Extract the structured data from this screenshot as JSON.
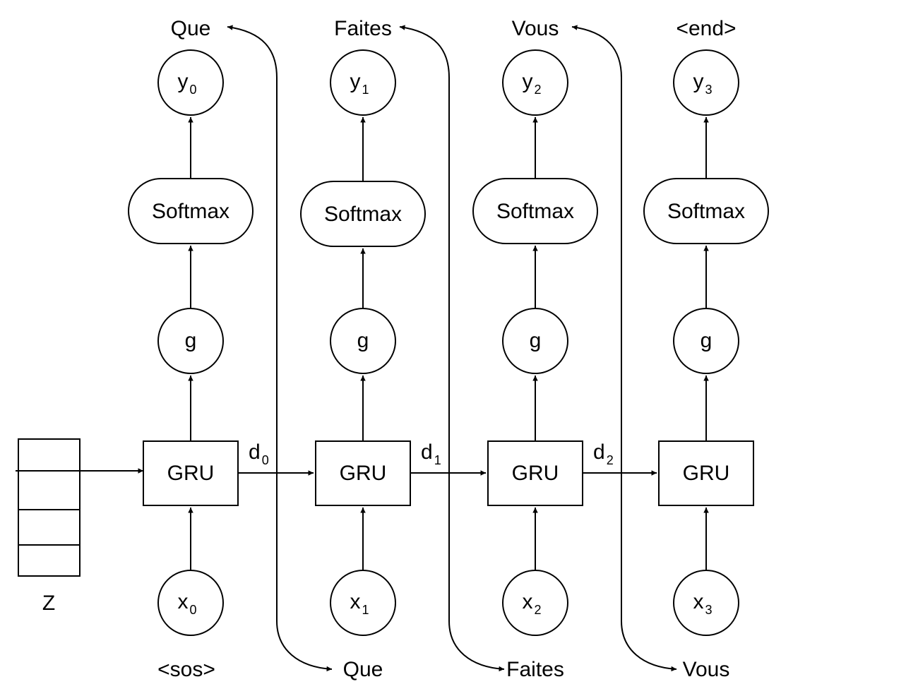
{
  "memory_label": "Z",
  "steps": [
    {
      "gru_label": "GRU",
      "g_label": "g",
      "softmax_label": "Softmax",
      "output_var": "y",
      "output_sub": "0",
      "input_var": "x",
      "input_sub": "0",
      "output_word": "Que",
      "input_word": "<sos>",
      "hidden_var": "d",
      "hidden_sub": "0"
    },
    {
      "gru_label": "GRU",
      "g_label": "g",
      "softmax_label": "Softmax",
      "output_var": "y",
      "output_sub": "1",
      "input_var": "x",
      "input_sub": "1",
      "output_word": "Faites",
      "input_word": "Que",
      "hidden_var": "d",
      "hidden_sub": "1"
    },
    {
      "gru_label": "GRU",
      "g_label": "g",
      "softmax_label": "Softmax",
      "output_var": "y",
      "output_sub": "2",
      "input_var": "x",
      "input_sub": "2",
      "output_word": "Vous",
      "input_word": "Faites",
      "hidden_var": "d",
      "hidden_sub": "2"
    },
    {
      "gru_label": "GRU",
      "g_label": "g",
      "softmax_label": "Softmax",
      "output_var": "y",
      "output_sub": "3",
      "input_var": "x",
      "input_sub": "3",
      "output_word": "<end>",
      "input_word": "Vous"
    }
  ]
}
